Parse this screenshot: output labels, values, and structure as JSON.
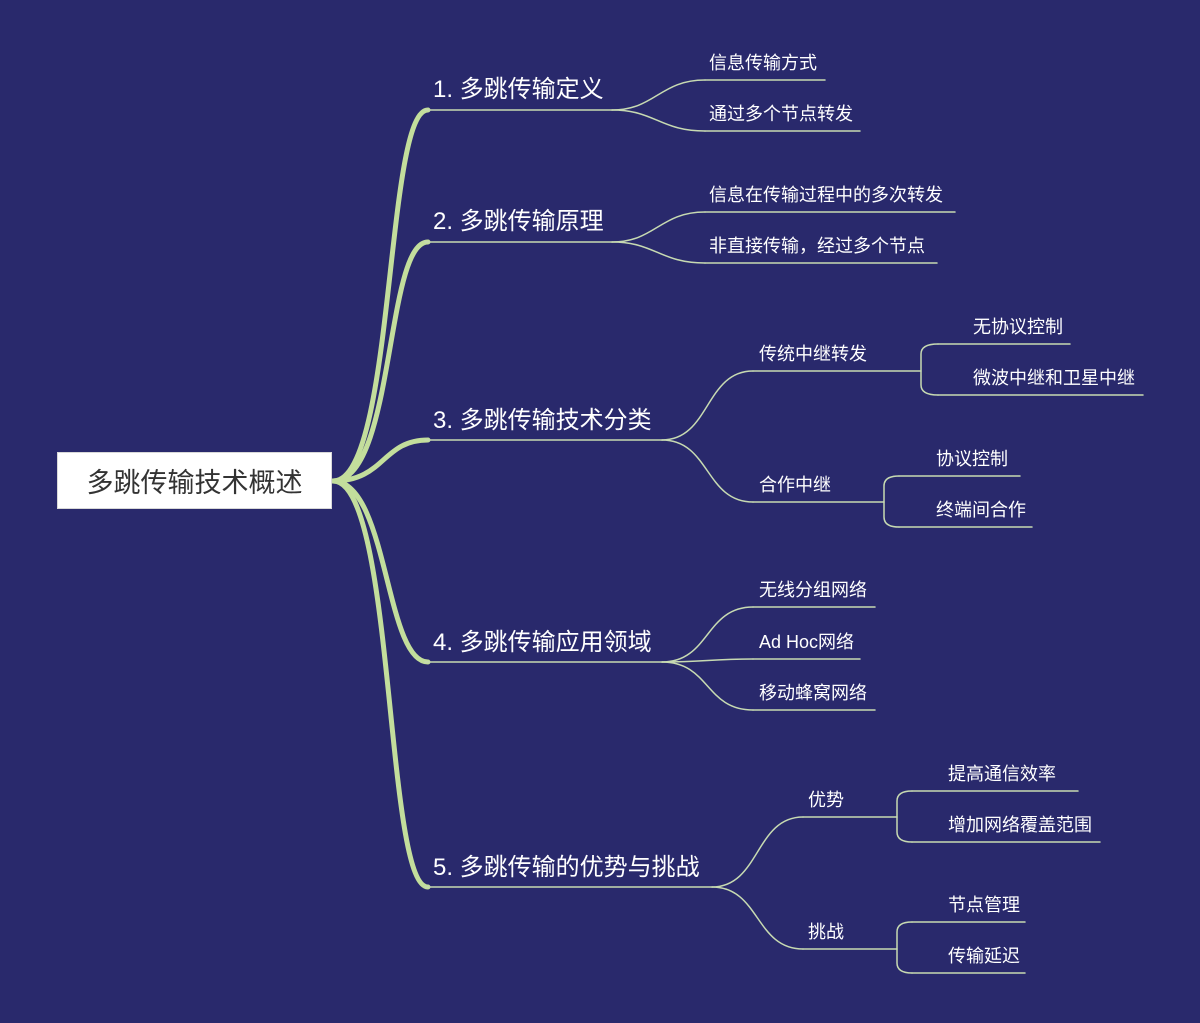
{
  "colors": {
    "bg": "#29296c",
    "root-box": "#ffffff",
    "root-text": "#333333",
    "main-branch": "#c3de9c",
    "sub-branch": "#c7dab2",
    "text": "#ffffff"
  },
  "root": {
    "label": "多跳传输技术概述"
  },
  "branches": [
    {
      "label": "1. 多跳传输定义",
      "children": [
        {
          "label": "信息传输方式"
        },
        {
          "label": "通过多个节点转发"
        }
      ]
    },
    {
      "label": "2. 多跳传输原理",
      "children": [
        {
          "label": "信息在传输过程中的多次转发"
        },
        {
          "label": "非直接传输，经过多个节点"
        }
      ]
    },
    {
      "label": "3. 多跳传输技术分类",
      "children": [
        {
          "label": "传统中继转发",
          "children": [
            {
              "label": "无协议控制"
            },
            {
              "label": "微波中继和卫星中继"
            }
          ]
        },
        {
          "label": "合作中继",
          "children": [
            {
              "label": "协议控制"
            },
            {
              "label": "终端间合作"
            }
          ]
        }
      ]
    },
    {
      "label": "4. 多跳传输应用领域",
      "children": [
        {
          "label": "无线分组网络"
        },
        {
          "label": "Ad Hoc网络"
        },
        {
          "label": "移动蜂窝网络"
        }
      ]
    },
    {
      "label": "5. 多跳传输的优势与挑战",
      "children": [
        {
          "label": "优势",
          "children": [
            {
              "label": "提高通信效率"
            },
            {
              "label": "增加网络覆盖范围"
            }
          ]
        },
        {
          "label": "挑战",
          "children": [
            {
              "label": "节点管理"
            },
            {
              "label": "传输延迟"
            }
          ]
        }
      ]
    }
  ]
}
